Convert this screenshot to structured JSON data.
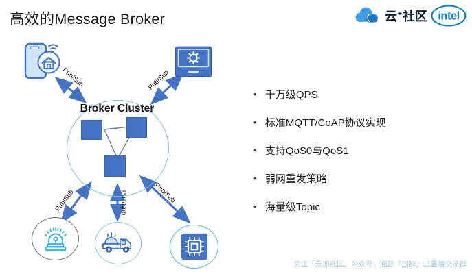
{
  "slide": {
    "title": "高效的Message Broker",
    "footer": "关注「云加社区」公众号，回复「加群」进直播交流群"
  },
  "logos": {
    "community": {
      "prefix": "云",
      "plus": "+",
      "suffix": "社区"
    },
    "intel_label": "intel"
  },
  "diagram": {
    "cluster_label": "Broker Cluster",
    "edge_label": "Pub/Sub",
    "nodes": [
      {
        "id": "smart-home-phone",
        "icon": "smartphone-home-icon",
        "position": "top-left"
      },
      {
        "id": "display-terminal",
        "icon": "monitor-gear-icon",
        "position": "top-right"
      },
      {
        "id": "alarm-device",
        "icon": "siren-icon",
        "position": "bottom-left"
      },
      {
        "id": "delivery-truck",
        "icon": "food-truck-icon",
        "position": "bottom-middle"
      },
      {
        "id": "chip-device",
        "icon": "cpu-chip-icon",
        "position": "bottom-right"
      }
    ],
    "cluster_node_count": 3
  },
  "features": {
    "bullet": "•",
    "items": [
      "千万级QPS",
      "标准MQTT/CoAP协议实现",
      "支持QoS0与QoS1",
      "弱网重发策略",
      "海量级Topic"
    ]
  },
  "colors": {
    "primary_blue": "#4472C4",
    "square_border": "#3A62A8",
    "cluster_ring": "#7CC0DA",
    "icon_outline_blue": "#3E74C9",
    "icon_cyan": "#29ABE2",
    "intel_blue": "#0F7DC2",
    "cloud_light_blue": "#3F9EE8",
    "cloud_dark_blue": "#1B76CC",
    "footer_text": "#A6C9E6"
  }
}
